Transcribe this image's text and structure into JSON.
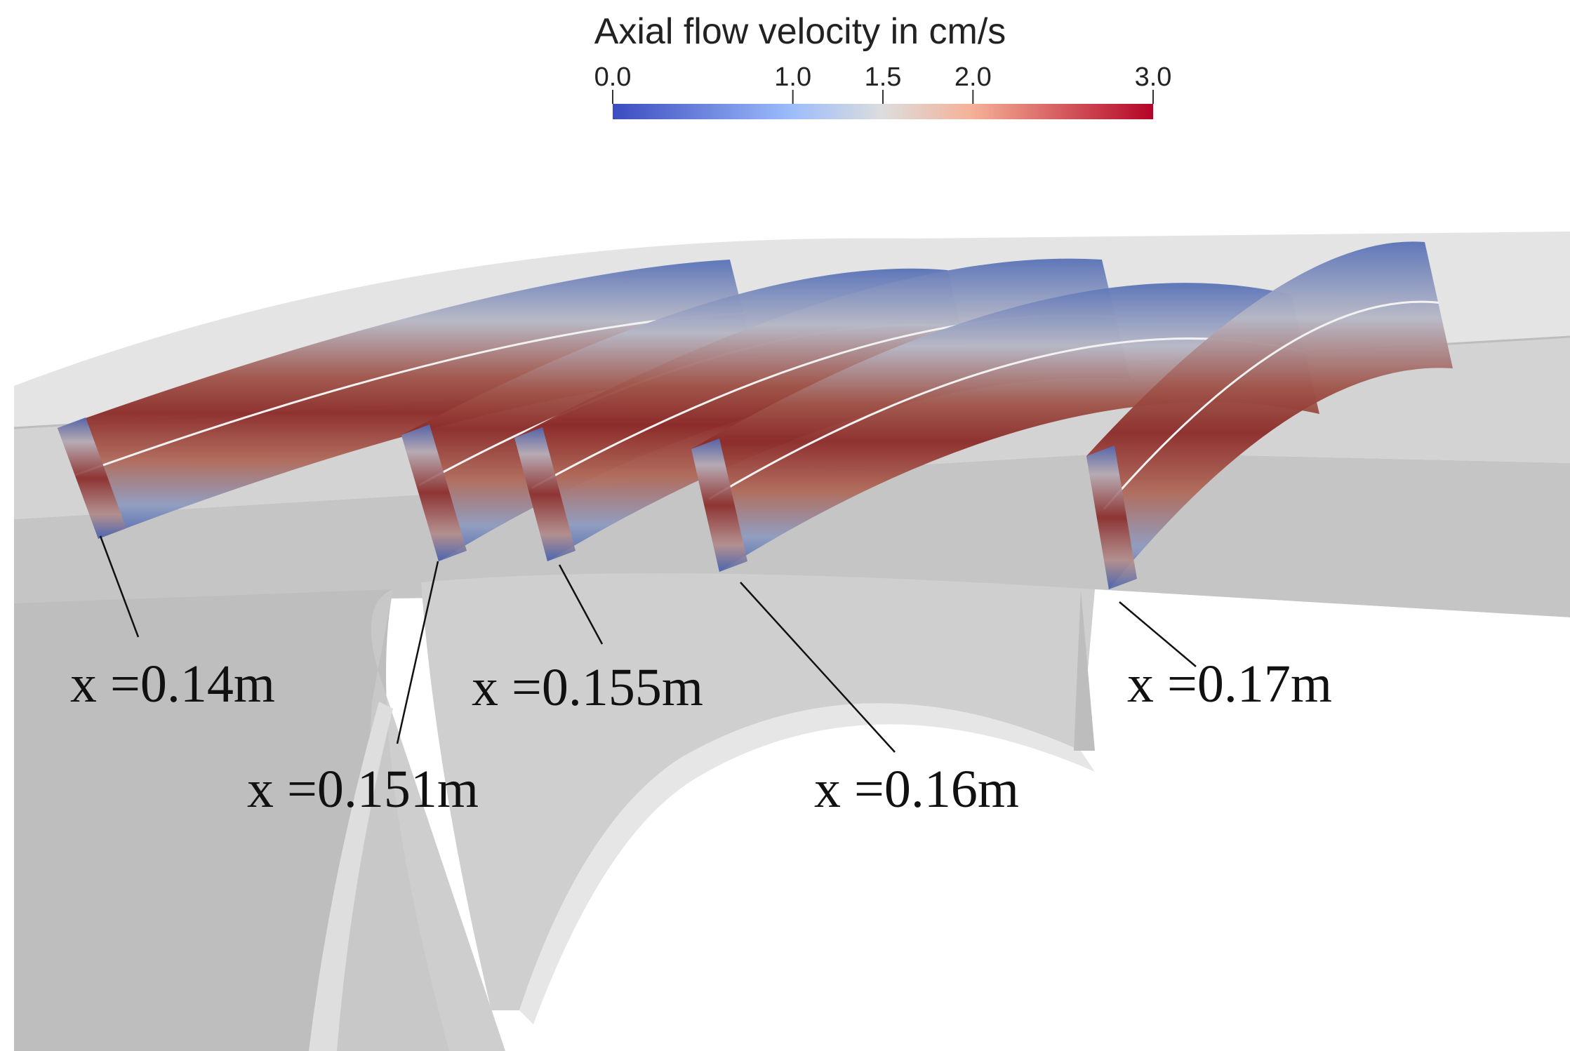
{
  "colorbar": {
    "title": "Axial flow velocity in cm/s",
    "min": 0.0,
    "max": 3.0,
    "ticks": [
      {
        "value": 0.0,
        "label": "0.0"
      },
      {
        "value": 1.0,
        "label": "1.0"
      },
      {
        "value": 1.5,
        "label": "1.5"
      },
      {
        "value": 2.0,
        "label": "2.0"
      },
      {
        "value": 3.0,
        "label": "3.0"
      }
    ],
    "colors": {
      "low": "#3b4cc0",
      "mid": "#dddddd",
      "high": "#b40426"
    }
  },
  "slices": [
    {
      "id": "s1",
      "label": "x =0.14m"
    },
    {
      "id": "s2",
      "label": "x =0.151m"
    },
    {
      "id": "s3",
      "label": "x =0.155m"
    },
    {
      "id": "s4",
      "label": "x =0.16m"
    },
    {
      "id": "s5",
      "label": "x =0.17m"
    }
  ]
}
